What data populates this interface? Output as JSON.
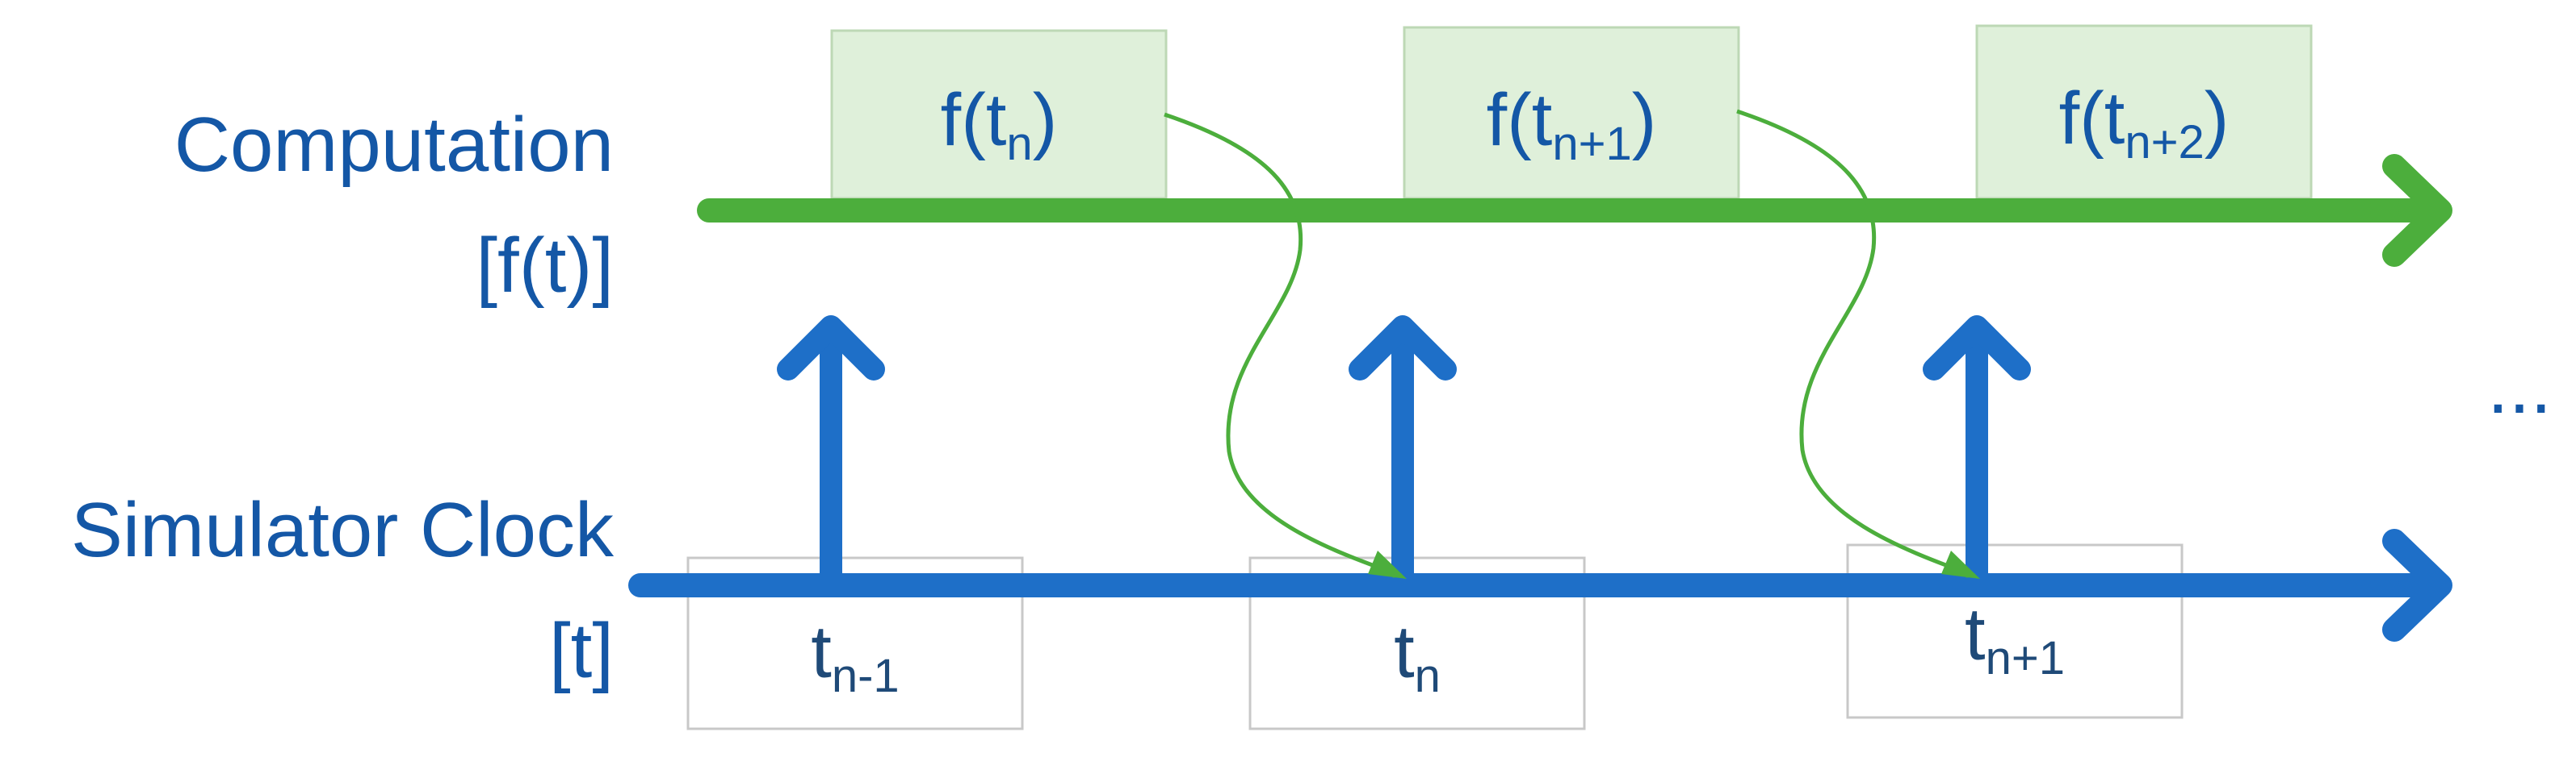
{
  "colors": {
    "computation": "#4cae3c",
    "clock": "#1e6fc8",
    "label_text": "#1457a6",
    "box_fill": "#dff0da",
    "box_stroke": "#bdd8b5",
    "tick_box_stroke": "#c8c8c8"
  },
  "labels": {
    "computation_line1": "Computation",
    "computation_line2": "[f(t)]",
    "clock_line1": "Simulator Clock",
    "clock_line2": "[t]",
    "ellipsis": "..."
  },
  "computation_boxes": [
    {
      "prefix": "f(t",
      "sub": "n",
      "suffix": ")"
    },
    {
      "prefix": "f(t",
      "sub": "n+1",
      "suffix": ")"
    },
    {
      "prefix": "f(t",
      "sub": "n+2",
      "suffix": ")"
    }
  ],
  "clock_ticks": [
    {
      "base": "t",
      "sub": "n-1"
    },
    {
      "base": "t",
      "sub": "n"
    },
    {
      "base": "t",
      "sub": "n+1"
    }
  ]
}
